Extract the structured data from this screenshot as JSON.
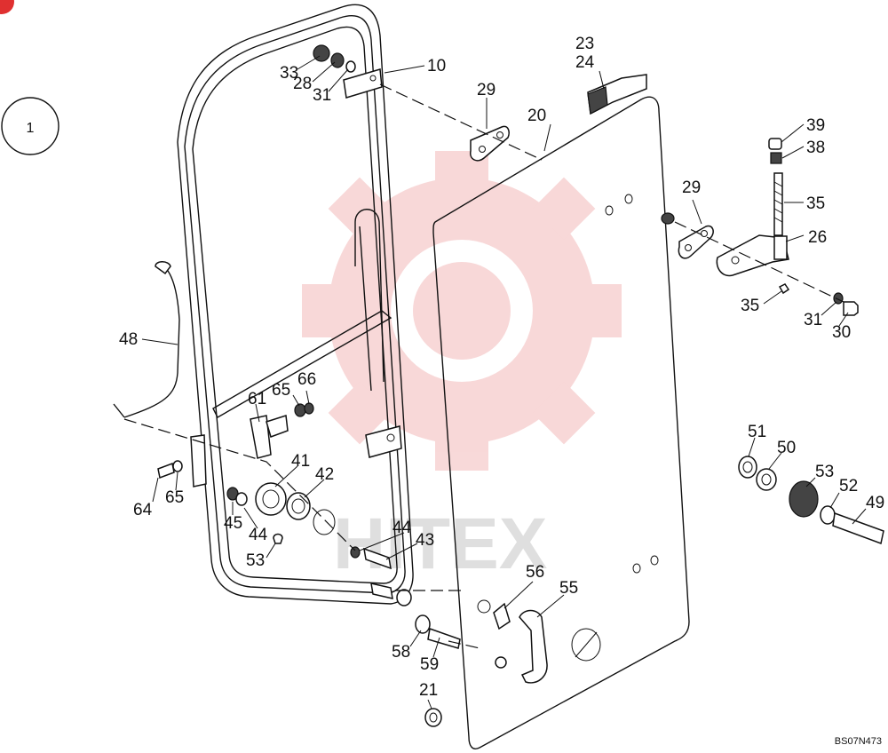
{
  "callout": "1",
  "drawing_code": "BS07N473",
  "watermark": "HITEX",
  "labels": {
    "l10": "10",
    "l20": "20",
    "l21": "21",
    "l23": "23",
    "l24": "24",
    "l26": "26",
    "l28": "28",
    "l29a": "29",
    "l29b": "29",
    "l30": "30",
    "l31a": "31",
    "l31b": "31",
    "l33": "33",
    "l35a": "35",
    "l35b": "35",
    "l38": "38",
    "l39": "39",
    "l41": "41",
    "l42": "42",
    "l43": "43",
    "l44a": "44",
    "l44b": "44",
    "l45": "45",
    "l48": "48",
    "l49": "49",
    "l50": "50",
    "l51": "51",
    "l52": "52",
    "l53a": "53",
    "l53b": "53",
    "l55": "55",
    "l56": "56",
    "l58": "58",
    "l59": "59",
    "l61": "61",
    "l64": "64",
    "l65a": "65",
    "l65b": "65",
    "l66": "66"
  }
}
